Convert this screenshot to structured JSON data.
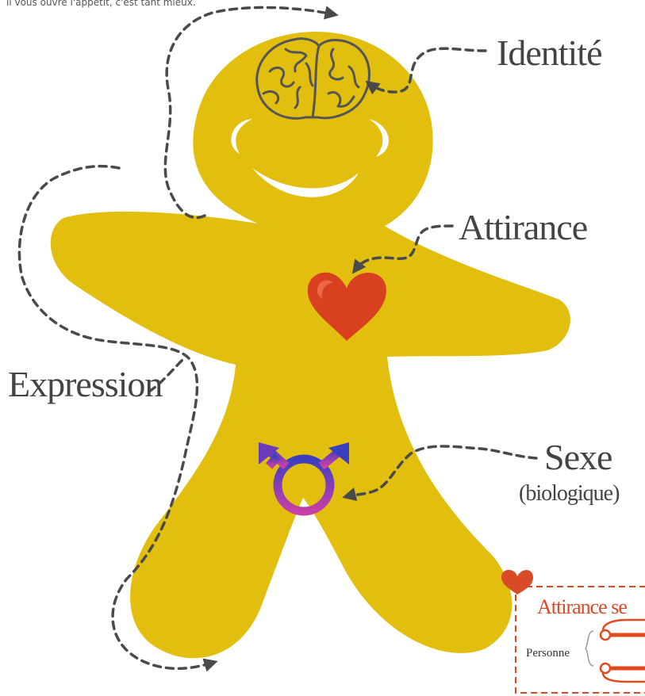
{
  "top_text": "il vous ouvre l'appétit, c'est tant mieux.",
  "labels": {
    "identite": "Identité",
    "attirance": "Attirance",
    "expression": "Expression",
    "sexe": "Sexe",
    "biologique": "(biologique)"
  },
  "legend_box": {
    "title": "Attirance se",
    "person": "Personne"
  },
  "colors": {
    "body": "#e2bf0e",
    "heart": "#d9401f",
    "dashes": "#4a4a4a",
    "box_border": "#d94a26",
    "symbol_blue": "#3a3fbf",
    "symbol_pink": "#c83fa6"
  },
  "icons": [
    "brain-icon",
    "heart-icon",
    "transgender-symbol-icon"
  ]
}
